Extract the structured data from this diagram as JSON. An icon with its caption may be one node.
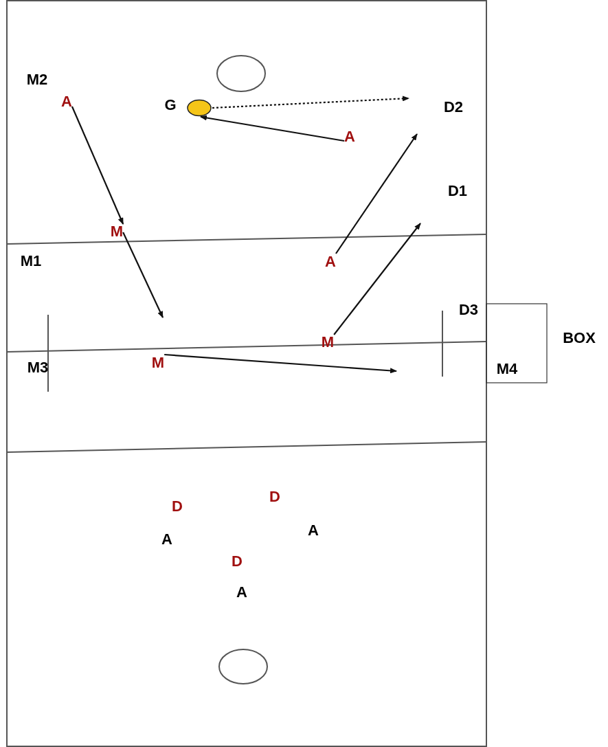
{
  "diagram": {
    "nodes": [
      {
        "text": [
          "A"
        ]
      },
      {
        "text": [
          "M"
        ]
      },
      {
        "text": [
          "M"
        ]
      },
      {
        "text": [
          "M"
        ]
      },
      {
        "text": [
          "A"
        ]
      },
      {
        "text": [
          "A"
        ]
      },
      {
        "text": [],
        "shape": "circle",
        "beside": [
          "G"
        ]
      }
    ],
    "edges": [
      {
        "from": 0,
        "to": 1,
        "arrow": "to"
      },
      {
        "from": 1,
        "to": null,
        "arrow": "to"
      },
      {
        "from": 2,
        "to": null,
        "arrow": "to"
      },
      {
        "from": 3,
        "to": null,
        "arrow": "to"
      },
      {
        "from": 4,
        "to": null,
        "arrow": "to"
      },
      {
        "from": 5,
        "to": 6,
        "arrow": "to"
      },
      {
        "from": 6,
        "to": null,
        "arrow": "to",
        "style": "dashed"
      }
    ],
    "labels": [
      "M2",
      "D2",
      "D1",
      "M1",
      "M3",
      "D3",
      "M4",
      "BOX",
      "D",
      "D",
      "A",
      "A",
      "D",
      "A"
    ]
  }
}
